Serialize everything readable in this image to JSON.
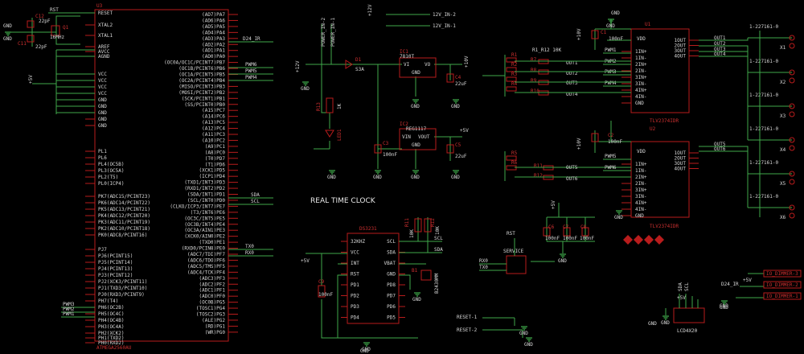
{
  "mcu": {
    "name": "U3",
    "part": "ATMEGA2560AU",
    "left_pins": [
      "RESET",
      "XTAL2",
      "XTAL1",
      "AREF",
      "AVCC",
      "AGND",
      "VCC",
      "VCC",
      "VCC",
      "VCC",
      "GND",
      "GND",
      "GND",
      "GND",
      "GND",
      "PL1",
      "PL6",
      "PL4(OC5B)",
      "PL3(OC5A)",
      "PL2(T5)",
      "PL0(ICP4)",
      "PK7(ADC15/PCINT23)",
      "PK6(ADC14/PCINT22)",
      "PK5(ADC13/PCINT21)",
      "PK4(ADC12/PCINT20)",
      "PK3(ADC11/PCINT19)",
      "PK2(ADC10/PCINT18)",
      "PK0(ADC8/PCINT16)",
      "PJ7",
      "PJ6(PCINT15)",
      "PJ5(PCINT14)",
      "PJ4(PCINT13)",
      "PJ3(PCINT12)",
      "PJ2(XCK3/PCINT11)",
      "PJ1(TXD3/PCINT10)",
      "PJ0(RXD3/PCINT9)",
      "PH7(T4)",
      "PH6(OC2B)",
      "PH5(OC4C)",
      "PH4(OC4B)",
      "PH3(OC4A)",
      "PH2(XCK2)",
      "PH1(TXD2)",
      "PH0(RXD2)"
    ],
    "right_pins": [
      "(AD7)PA7",
      "(AD6)PA6",
      "(AD5)PA5",
      "(AD4)PA4",
      "(AD3)PA3",
      "(AD2)PA2",
      "(AD1)PA1",
      "(AD0)PA0",
      "(OC0A/OC1C/PCINT7)PB7",
      "(OC1B/PCINT6)PB6",
      "(OC1A/PCINT5)PB5",
      "(OC2A/PCINT4)PB4",
      "(MISO/PCINT3)PB3",
      "(MOSI/PCINT2)PB2",
      "(SCK/PCINT1)PB1",
      "(SS/PCINT0)PB0",
      "(A15)PC7",
      "(A14)PC6",
      "(A13)PC5",
      "(A12)PC4",
      "(A11)PC3",
      "(A10)PC2",
      "(A9)PC1",
      "(A8)PC0",
      "(T0)PD7",
      "(T1)PD6",
      "(XCK1)PD5",
      "(ICP1)PD4",
      "(TXD1/INT3)PD3",
      "(RXD1/INT2)PD2",
      "(SDA/INT1)PD1",
      "(SCL/INT0)PD0",
      "(CLKO/ICP3/INT7)PE7",
      "(T3/INT6)PE6",
      "(OC3C/INT5)PE5",
      "(OC3B/INT4)PE4",
      "(OC3A/AIN1)PE3",
      "(XCK0/AIN0)PE2",
      "(TXD0)PE1",
      "(RXD0/PCIN8)PE0",
      "(ADC7/TDI)PF7",
      "(ADC6/TDO)PF6",
      "(ADC5/TMS)PF5",
      "(ADC4/TCK)PF4",
      "(ADC3)PF3",
      "(ADC2)PF2",
      "(ADC1)PF1",
      "(ADC0)PF0",
      "(OC0B)PG5",
      "(TOSC1)PG4",
      "(TOSC2)PG3",
      "(ALE)PG2",
      "(RD)PG1",
      "(WR)PG0"
    ],
    "nets": {
      "rst": "RST",
      "d24": "D24_IR",
      "pwm6": "PWM6",
      "pwm5": "PWM5",
      "pwm4": "PWM4",
      "sda": "SDA",
      "scl": "SCL",
      "tx": "TX0",
      "rx": "RX0",
      "pwm3": "PWM3",
      "pwm2": "PWM2",
      "pwm1": "PWM1"
    },
    "osc": {
      "c11": "C11",
      "c12": "C12",
      "c11v": "22pF",
      "c12v": "22pF",
      "q": "Q1",
      "qv": "16MHz"
    }
  },
  "power": {
    "in2": "POWER_IN-2",
    "in1": "POWER_IN-1",
    "v12": "+12V",
    "n_in2": "12V_IN-2",
    "n_in1": "12V_IN-1",
    "d1": "D1",
    "d1v": "S3A",
    "ic1": "IC1",
    "ic1v": "7810T",
    "vi": "VI",
    "vo": "VO",
    "gnd": "GND",
    "v10": "+10V",
    "c4": "C4",
    "c4v": "22uF",
    "r13": "R13",
    "r13v": "1K",
    "led": "LED1",
    "ic2": "IC2",
    "ic2v": "REG1117",
    "vin": "VIN",
    "vout": "VOUT",
    "c3": "C3",
    "c3v": "100nF",
    "c5": "C5",
    "c5v": "22uF",
    "v5": "+5V"
  },
  "rtc": {
    "title": "REAL TIME CLOCK",
    "chip": "DS3231",
    "lpins": [
      "32KHZ",
      "VCC",
      "INT",
      "RST",
      "PD1",
      "PD2",
      "PD3",
      "PD4"
    ],
    "rpins": [
      "SCL",
      "SDA",
      "VBAT",
      "GND",
      "PD8",
      "PD7",
      "PD6",
      "PD5"
    ],
    "r11": "R11",
    "r11v": "10K",
    "r12": "R12",
    "r12v": "10K",
    "c9": "C9",
    "c9v": "100nF",
    "b1": "B1",
    "b1v": "B2430MM",
    "v5": "+5V",
    "gnd": "GND",
    "scl": "SCL",
    "sda": "SDA"
  },
  "drivers": {
    "u1": "U1",
    "u2": "U2",
    "part": "TLV2374IDR",
    "inputs_l": [
      "1IN+",
      "1IN-",
      "2IN+",
      "2IN-",
      "3IN+",
      "3IN-",
      "4IN+",
      "4IN-",
      "GND"
    ],
    "outs": [
      "1OUT",
      "2OUT",
      "3OUT",
      "4OUT"
    ],
    "vdd": "VDD",
    "res": [
      "R1",
      "R2",
      "R3",
      "R4",
      "R5",
      "R6",
      "R7",
      "R8",
      "R9",
      "R10",
      "R11",
      "R12"
    ],
    "res_hdr": "R1_R12 10K",
    "pwm": [
      "PWM1",
      "PWM2",
      "PWM3",
      "PWM4",
      "PWM5",
      "PWM6"
    ],
    "out": [
      "OUT1",
      "OUT2",
      "OUT3",
      "OUT4",
      "OUT5",
      "OUT6"
    ],
    "c1": "C1",
    "c1v": "100nF",
    "c2": "C2",
    "c2v": "100nF",
    "v10": "+10V",
    "gnd": "GND"
  },
  "connectors": {
    "part": "1-227161-0",
    "names": [
      "X1",
      "X2",
      "X3",
      "X4",
      "X5",
      "X6"
    ]
  },
  "service": {
    "label": "SERVICE",
    "rst": "RST",
    "rx": "RX0",
    "tx": "TX0",
    "c6": "C6",
    "c7": "C7",
    "c8": "C8",
    "cv": "100nF",
    "v5": "+5V",
    "gnd": "GND",
    "reset1": "RESET-1",
    "reset2": "RESET-2"
  },
  "lcd": {
    "name": "LCD4X20",
    "sda": "SDA",
    "scl": "SCL",
    "v5": "+5V",
    "gnd": "GND",
    "ir": "D24_IR",
    "io3": "IO_DIMMER-3",
    "io2": "IO_DIMMER-2",
    "io1": "IO_DIMMER-1"
  }
}
